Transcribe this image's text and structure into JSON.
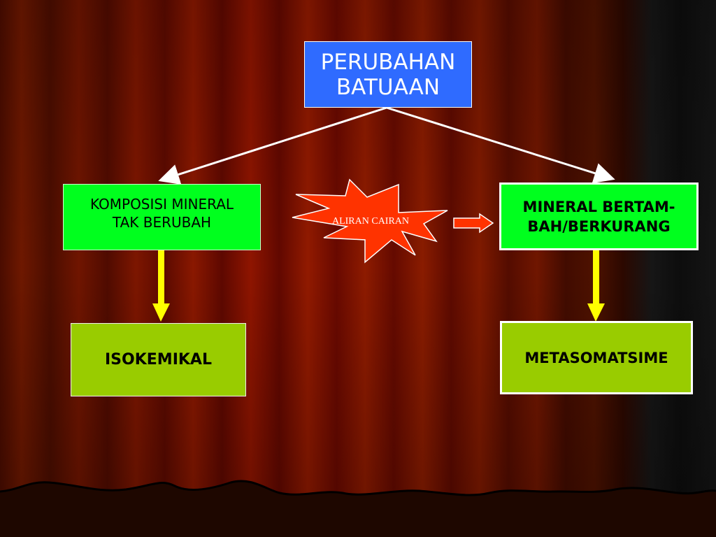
{
  "title": {
    "line1": "PERUBAHAN",
    "line2": "BATUAAN"
  },
  "left": {
    "line1": "KOMPOSISI MINERAL",
    "line2": "TAK BERUBAH"
  },
  "right": {
    "line1": "MINERAL BERTAM-",
    "line2": "BAH/BERKURANG"
  },
  "left_result": "ISOKEMIKAL",
  "right_result": "METASOMATSIME",
  "star_label": "ALIRAN CAIRAN",
  "colors": {
    "title_box": "#2f6bff",
    "category_box": "#00ff1e",
    "result_box": "#99cc00",
    "down_arrow": "#ffff00",
    "star": "#ff3300",
    "side_arrow": "#ff3300"
  }
}
